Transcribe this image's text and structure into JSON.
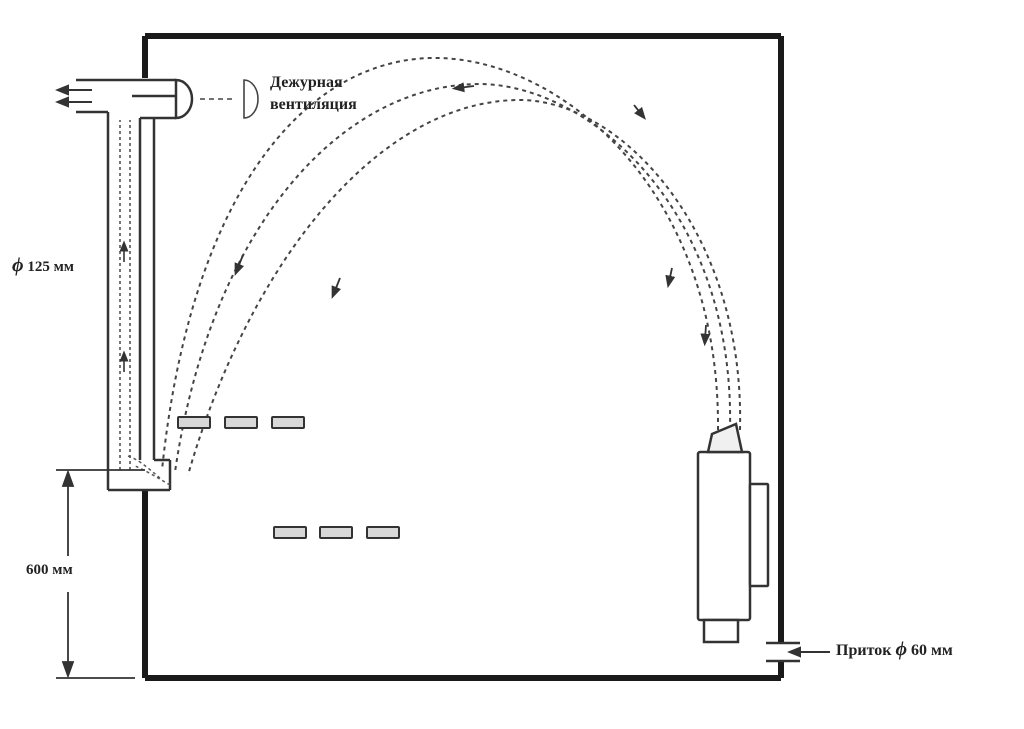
{
  "labels": {
    "standby_vent_line1": "Дежурная",
    "standby_vent_line2": "вентиляция",
    "diameter_symbol": "ϕ",
    "exhaust_diameter": "125 мм",
    "height": "600 мм",
    "inflow_prefix": "Приток",
    "inflow_diameter": "60 мм"
  },
  "colors": {
    "wall": "#1a1a1a",
    "line": "#333333",
    "flow": "#444444"
  }
}
